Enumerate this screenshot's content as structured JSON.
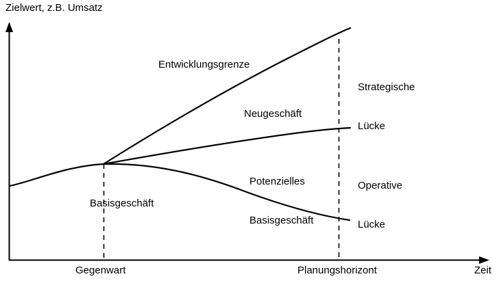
{
  "chart_data": {
    "type": "line",
    "title": "",
    "ylabel": "Zielwert, z.B. Umsatz",
    "xlabel": "Zeit",
    "grid": false,
    "legend": "none",
    "xticks": [
      "Gegenwart",
      "Planungshorizont"
    ],
    "annotations": [
      "Entwicklungsgrenze",
      "Neugeschäft",
      "Potenzielles\nBasisgeschäft",
      "Basisgeschäft",
      "Strategische\nLücke",
      "Operative\nLücke"
    ],
    "series": [
      {
        "name": "Entwicklungsgrenze",
        "x": [
          0,
          25,
          50,
          75,
          100,
          115
        ],
        "values": [
          35,
          53,
          70,
          86,
          100,
          106
        ]
      },
      {
        "name": "Potenzielles Basisgeschäft",
        "x": [
          0,
          50,
          100,
          115
        ],
        "values": [
          35,
          44,
          53,
          55
        ]
      },
      {
        "name": "Basisgeschäft",
        "x": [
          -40,
          -20,
          0,
          50,
          100,
          115
        ],
        "values": [
          23,
          32,
          35,
          30,
          18,
          15
        ]
      }
    ],
    "gaps": [
      {
        "name": "Strategische Lücke",
        "at": "Planungshorizont",
        "between": [
          "Entwicklungsgrenze",
          "Potenzielles Basisgeschäft"
        ]
      },
      {
        "name": "Operative Lücke",
        "at": "Planungshorizont",
        "between": [
          "Potenzielles Basisgeschäft",
          "Basisgeschäft"
        ]
      }
    ],
    "colors": {
      "line": "#000000",
      "axis": "#000000",
      "dashed": "#000000",
      "background": "#ffffff"
    }
  },
  "axes": {
    "y_title": "Zielwert, z.B. Umsatz",
    "x_title": "Zeit"
  },
  "ticks": {
    "gegenwart": "Gegenwart",
    "planungshorizont": "Planungshorizont"
  },
  "labels": {
    "entwicklungsgrenze": "Entwicklungsgrenze",
    "neugeschaeft": "Neugeschäft",
    "potenzielles_line1": "Potenzielles",
    "potenzielles_line2": "Basisgeschäft",
    "basisgeschaeft": "Basisgeschäft",
    "strategische_line1": "Strategische",
    "strategische_line2": "Lücke",
    "operative_line1": "Operative",
    "operative_line2": "Lücke"
  }
}
